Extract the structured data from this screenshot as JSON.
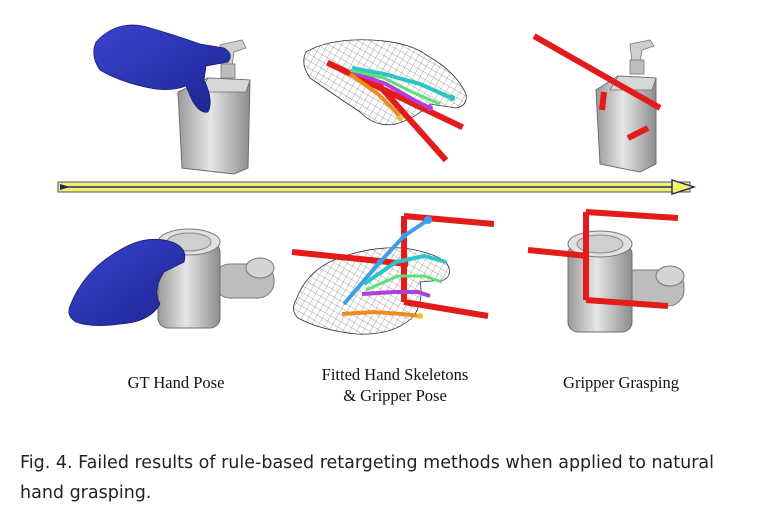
{
  "figure": {
    "labels": {
      "gt_hand_pose": "GT Hand Pose",
      "fitted_line1": "Fitted Hand Skeletons",
      "fitted_line2": "& Gripper Pose",
      "gripper_grasping": "Gripper Grasping"
    },
    "colors": {
      "hand_mesh": "#2b35b8",
      "object_mesh": "#c8c8c8",
      "gripper": "#e31b1b",
      "arrow_fill": "#f5f06a",
      "arrow_outline": "#1a2a6a"
    }
  },
  "caption": {
    "text": "Fig. 4.  Failed results of rule-based retargeting methods when applied to natural hand grasping."
  }
}
